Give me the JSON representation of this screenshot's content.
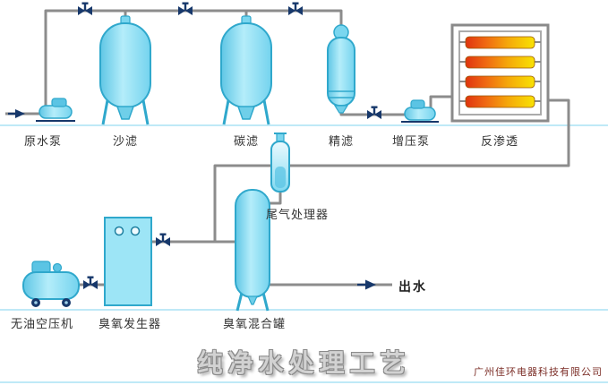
{
  "diagram": {
    "title": "纯净水处理工艺",
    "company": "广州佳环电器科技有限公司",
    "equipment_labels": {
      "raw_water_pump": "原水泵",
      "sand_filter": "沙滤",
      "carbon_filter": "碳滤",
      "fine_filter": "精滤",
      "booster_pump": "增压泵",
      "reverse_osmosis": "反渗透",
      "tail_gas_processor": "尾气处理器",
      "air_compressor": "无油空压机",
      "ozone_generator": "臭氧发生器",
      "ozone_mixing_tank": "臭氧混合罐",
      "water_outlet": "出水"
    },
    "colors": {
      "equipment_fill": "#8EE1F5",
      "equipment_stroke": "#2FA8CC",
      "pipe": "#8C8C8C",
      "valve": "#17386B",
      "membrane_gradient_start": "#E03410",
      "membrane_gradient_end": "#F8E203",
      "divider_line": "#BFE9F7",
      "title_color": "#D2D2D2",
      "company_color": "#7B2D26"
    }
  }
}
